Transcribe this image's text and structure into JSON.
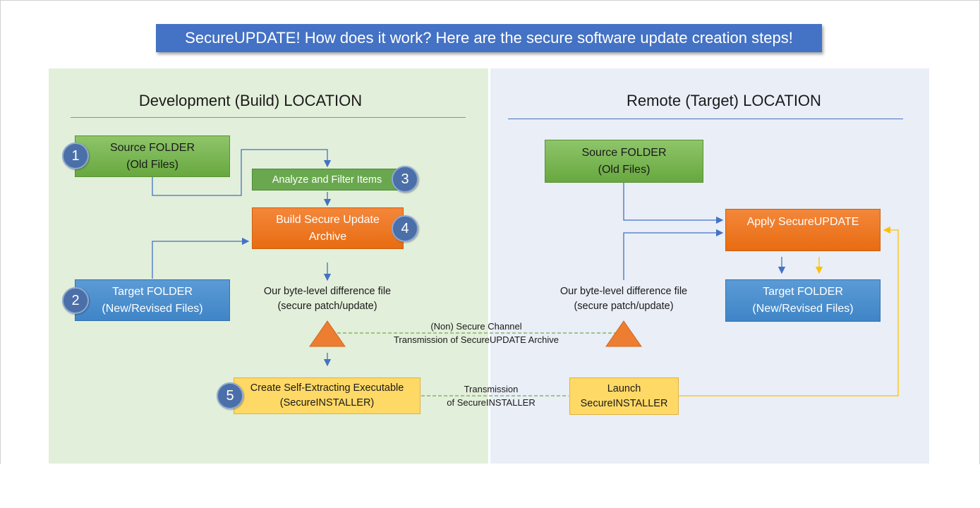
{
  "title": "SecureUPDATE! How does it work? Here are the secure software update creation steps!",
  "left": {
    "heading": "Development (Build) LOCATION",
    "source": {
      "line1": "Source FOLDER",
      "line2": "(Old Files)",
      "step": "1"
    },
    "target": {
      "line1": "Target FOLDER",
      "line2": "(New/Revised Files)",
      "step": "2"
    },
    "analyze": {
      "label": "Analyze and Filter Items",
      "step": "3"
    },
    "build": {
      "line1": "Build Secure Update",
      "line2": "Archive",
      "step": "4"
    },
    "diff": {
      "line1": "Our byte-level difference file",
      "line2": "(secure patch/update)"
    },
    "create": {
      "line1": "Create Self-Extracting Executable",
      "line2": "(SecureINSTALLER)",
      "step": "5"
    }
  },
  "channel": {
    "line1": "(Non) Secure Channel",
    "line2": "Transmission of SecureUPDATE Archive"
  },
  "installer_transmission": {
    "line1": "Transmission",
    "line2": "of SecureINSTALLER"
  },
  "right": {
    "heading": "Remote (Target) LOCATION",
    "source": {
      "line1": "Source FOLDER",
      "line2": "(Old Files)"
    },
    "apply": {
      "label": "Apply SecureUPDATE"
    },
    "target": {
      "line1": "Target FOLDER",
      "line2": "(New/Revised Files)"
    },
    "diff": {
      "line1": "Our byte-level difference file",
      "line2": "(secure patch/update)"
    },
    "launch": {
      "line1": "Launch",
      "line2": "SecureINSTALLER"
    }
  },
  "colors": {
    "blue_arrow": "#4472c4",
    "yellow_arrow": "#ffc000",
    "green_dash": "#70ad47",
    "triangle": "#ed7d31"
  }
}
